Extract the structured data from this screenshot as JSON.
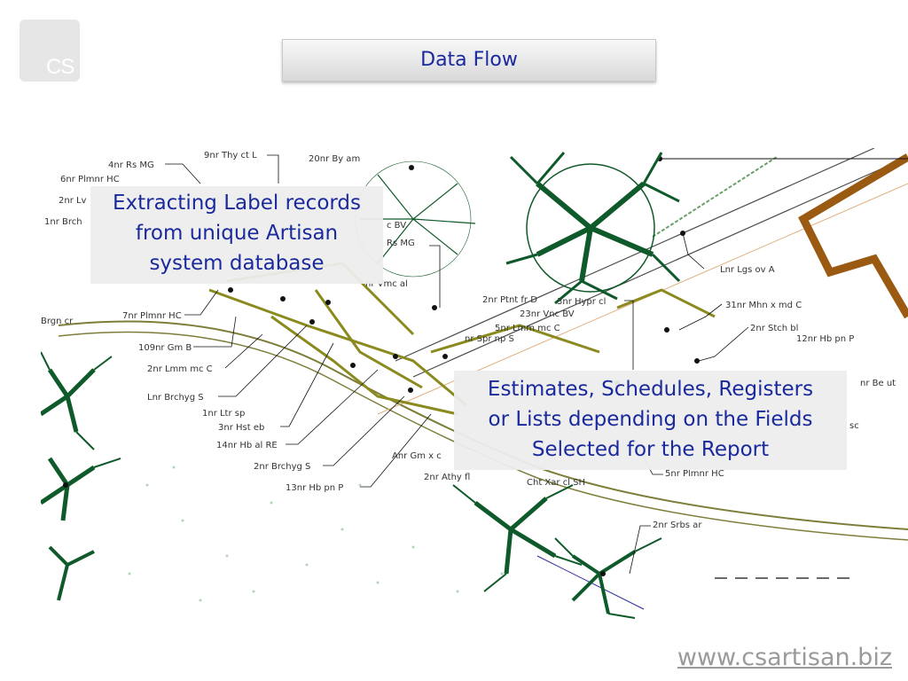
{
  "logo": {
    "text": "CS"
  },
  "title": "Data Flow",
  "caption_left": {
    "lines": [
      "Extracting Label records",
      "from unique Artisan",
      "system database"
    ]
  },
  "caption_right": {
    "lines": [
      "Estimates, Schedules, Registers",
      "or Lists depending on the Fields",
      "Selected for the Report"
    ]
  },
  "footer": {
    "url": "www.csartisan.biz"
  },
  "plan_labels": [
    "9nr Thy ct L",
    "4nr Rs MG",
    "6nr Plmnr HC",
    "2nr Lv",
    "1nr Brch",
    "20nr By am",
    "c BV",
    "Rs MG",
    "nr Vmc al",
    "7nr Plmnr HC",
    "Brgn cr",
    "109nr Gm B",
    "2nr Lmm mc C",
    "Lnr Brchyg S",
    "1nr Ltr sp",
    "3nr Hst eb",
    "14nr Hb al RE",
    "2nr Brchyg S",
    "13nr Hb pn P",
    "2nr Ptnt fr D",
    "3nr Hypr cl",
    "23nr Vnc BV",
    "5nr Lmm mc C",
    "nr Spr np S",
    "Lnr Lgs ov A",
    "31nr Mhn x md C",
    "2nr Stch bl",
    "12nr Hb pn P",
    "nr Be ut",
    "sc",
    "Anr Gm x c",
    "2nr Athy fl",
    "Cht Xar cl SH",
    "5nr Plmnr HC",
    "2nr Srbs ar"
  ],
  "colors": {
    "title_text": "#1a2a9c",
    "caption_text": "#1a2a9c",
    "tree_green": "#0f5a2a",
    "hedge_olive": "#8a8a1e",
    "boundary_brown": "#9a5a12",
    "url_gray": "#9a9a9a"
  }
}
